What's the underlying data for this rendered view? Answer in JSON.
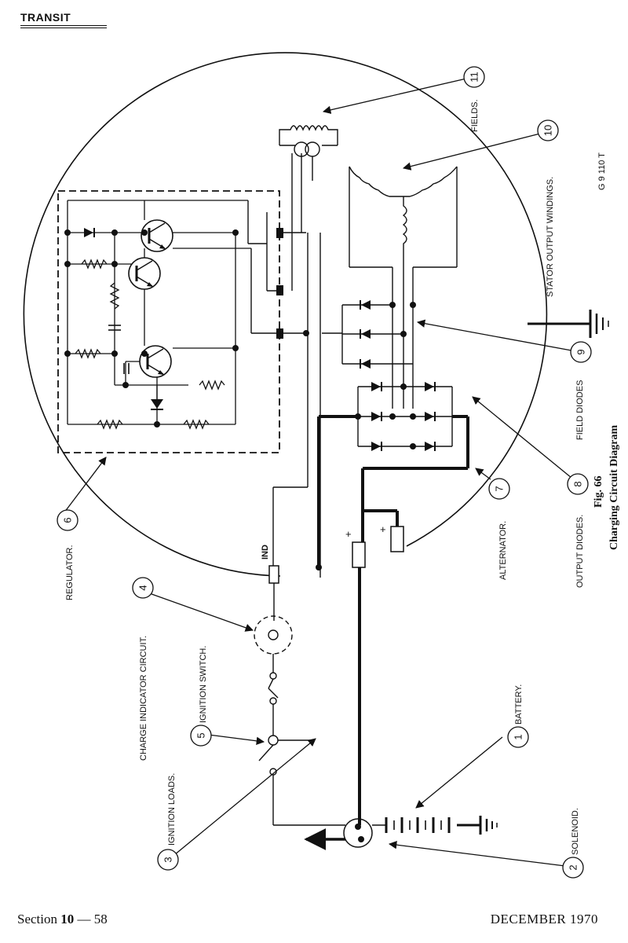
{
  "header": {
    "title": "TRANSIT"
  },
  "figure": {
    "number": "Fig. 66",
    "caption": "Charging Circuit Diagram",
    "code": "G 9 110 T"
  },
  "components": [
    {
      "number": "1",
      "label": "BATTERY."
    },
    {
      "number": "2",
      "label": "SOLENOID."
    },
    {
      "number": "3",
      "label": "IGNITION LOADS."
    },
    {
      "number": "4",
      "label": "CHARGE INDICATOR CIRCUIT."
    },
    {
      "number": "5",
      "label": "IGNITION SWITCH."
    },
    {
      "number": "6",
      "label": "REGULATOR."
    },
    {
      "number": "7",
      "label": "ALTERNATOR."
    },
    {
      "number": "8",
      "label": "OUTPUT DIODES."
    },
    {
      "number": "9",
      "label": "FIELD DIODES"
    },
    {
      "number": "10",
      "label": "STATOR OUTPUT WINDINGS."
    },
    {
      "number": "11",
      "label": "FIELDS."
    }
  ],
  "terminals": {
    "ind": "IND",
    "plus_a": "+",
    "plus_b": "+"
  },
  "footer": {
    "section_prefix": "Section ",
    "section_number": "10",
    "page": " — 58",
    "date": "DECEMBER 1970"
  }
}
